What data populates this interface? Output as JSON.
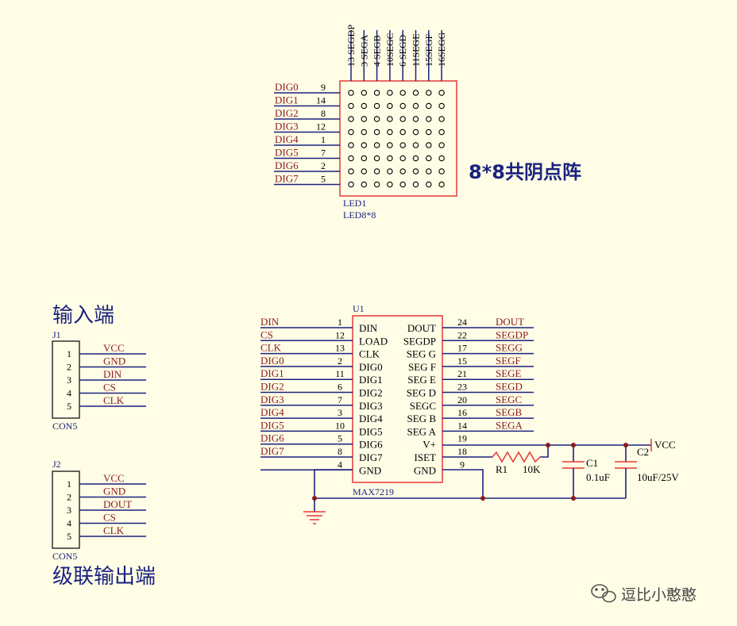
{
  "matrix": {
    "title": "8*8共阴点阵",
    "ref": "LED1",
    "value": "LED8*8",
    "top_pins": [
      "13 SEGDP",
      "3 SEGA",
      "4 SEGB",
      "10SEGC",
      "6 SEGD",
      "11SEGE",
      "15SEGF",
      "16SEGG"
    ],
    "left_pins": [
      {
        "net": "DIG0",
        "num": "9"
      },
      {
        "net": "DIG1",
        "num": "14"
      },
      {
        "net": "DIG2",
        "num": "8"
      },
      {
        "net": "DIG3",
        "num": "12"
      },
      {
        "net": "DIG4",
        "num": "1"
      },
      {
        "net": "DIG5",
        "num": "7"
      },
      {
        "net": "DIG6",
        "num": "2"
      },
      {
        "net": "DIG7",
        "num": "5"
      }
    ]
  },
  "j1": {
    "heading": "输入端",
    "ref": "J1",
    "value": "CON5",
    "pins": [
      "1",
      "2",
      "3",
      "4",
      "5"
    ],
    "nets": [
      "VCC",
      "GND",
      "DIN",
      "CS",
      "CLK"
    ]
  },
  "j2": {
    "heading": "级联输出端",
    "ref": "J2",
    "value": "CON5",
    "pins": [
      "1",
      "2",
      "3",
      "4",
      "5"
    ],
    "nets": [
      "VCC",
      "GND",
      "DOUT",
      "CS",
      "CLK"
    ]
  },
  "u1": {
    "ref": "U1",
    "value": "MAX7219",
    "left": [
      {
        "net": "DIN",
        "num": "1",
        "name": "DIN"
      },
      {
        "net": "CS",
        "num": "12",
        "name": "LOAD"
      },
      {
        "net": "CLK",
        "num": "13",
        "name": "CLK"
      },
      {
        "net": "DIG0",
        "num": "2",
        "name": "DIG0"
      },
      {
        "net": "DIG1",
        "num": "11",
        "name": "DIG1"
      },
      {
        "net": "DIG2",
        "num": "6",
        "name": "DIG2"
      },
      {
        "net": "DIG3",
        "num": "7",
        "name": "DIG3"
      },
      {
        "net": "DIG4",
        "num": "3",
        "name": "DIG4"
      },
      {
        "net": "DIG5",
        "num": "10",
        "name": "DIG5"
      },
      {
        "net": "DIG6",
        "num": "5",
        "name": "DIG6"
      },
      {
        "net": "DIG7",
        "num": "8",
        "name": "DIG7"
      },
      {
        "net": "",
        "num": "4",
        "name": "GND"
      }
    ],
    "right": [
      {
        "net": "DOUT",
        "num": "24",
        "name": "DOUT"
      },
      {
        "net": "SEGDP",
        "num": "22",
        "name": "SEGDP"
      },
      {
        "net": "SEGG",
        "num": "17",
        "name": "SEG G"
      },
      {
        "net": "SEGF",
        "num": "15",
        "name": "SEG F"
      },
      {
        "net": "SEGE",
        "num": "21",
        "name": "SEG E"
      },
      {
        "net": "SEGD",
        "num": "23",
        "name": "SEG D"
      },
      {
        "net": "SEGC",
        "num": "20",
        "name": "SEGC"
      },
      {
        "net": "SEGB",
        "num": "16",
        "name": "SEG B"
      },
      {
        "net": "SEGA",
        "num": "14",
        "name": "SEG A"
      },
      {
        "net": "",
        "num": "19",
        "name": "V+"
      },
      {
        "net": "",
        "num": "18",
        "name": "ISET"
      },
      {
        "net": "",
        "num": "9",
        "name": "GND"
      }
    ]
  },
  "r1": {
    "ref": "R1",
    "value": "10K"
  },
  "c1": {
    "ref": "C1",
    "value": "0.1uF"
  },
  "c2": {
    "ref": "C2",
    "value": "10uF/25V"
  },
  "vcc_label": "VCC",
  "watermark": "逗比小憨憨"
}
